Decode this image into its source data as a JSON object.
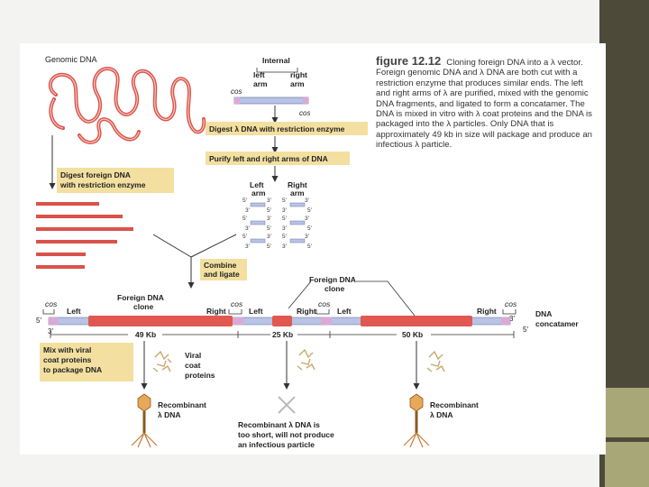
{
  "figure": {
    "number": "figure 12.12",
    "caption": "Cloning foreign DNA into a λ vector. Foreign genomic DNA and λ DNA are both cut with a restriction enzyme that produces similar ends. The left and right arms of λ are purified, mixed with the genomic DNA fragments, and ligated to form a concatamer. The DNA is mixed in vitro with λ coat proteins and the DNA is packaged into the λ particles. Only DNA that is approximately 49 kb in size will package and produce an infectious λ particle."
  },
  "labels": {
    "genomic_dna": "Genomic DNA",
    "internal": "Internal",
    "left_arm_top": [
      "left",
      "arm"
    ],
    "right_arm_top": [
      "right",
      "arm"
    ],
    "cos": "cos",
    "digest_lambda": "Digest λ DNA with restriction enzyme",
    "purify_arms": "Purify left and right arms of DNA",
    "left_arm": [
      "Left",
      "arm"
    ],
    "right_arm": [
      "Right",
      "arm"
    ],
    "digest_foreign": [
      "Digest foreign DNA",
      "with restriction enzyme"
    ],
    "combine": [
      "Combine",
      "and ligate"
    ],
    "foreign_clone_top": [
      "Foreign DNA",
      "clone"
    ],
    "foreign_clone_left": [
      "Foreign DNA",
      "clone"
    ],
    "left": "Left",
    "right": "Right",
    "five_prime": "5′",
    "three_prime": "3′",
    "dna_concatamer": [
      "DNA",
      "concatamer"
    ],
    "kb_49": "49 Kb",
    "kb_25": "25 Kb",
    "kb_50": "50 Kb",
    "mix": [
      "Mix with viral",
      "coat proteins",
      "to package DNA"
    ],
    "viral_coat": [
      "Viral",
      "coat",
      "proteins"
    ],
    "recombinant_1": [
      "Recombinant",
      "λ DNA"
    ],
    "too_short": [
      "Recombinant λ DNA is",
      "too short, will not produce",
      "an infectious particle"
    ],
    "recombinant_2": [
      "Recombinant",
      "λ DNA"
    ]
  },
  "colors": {
    "foreign_dna": "#e0584f",
    "lambda_arm": "#b8c3e6",
    "cos_site": "#dca9d6",
    "label_box": "#f3e0a0",
    "band_dark": "#4d4a3a",
    "band_light": "#a8a778"
  }
}
